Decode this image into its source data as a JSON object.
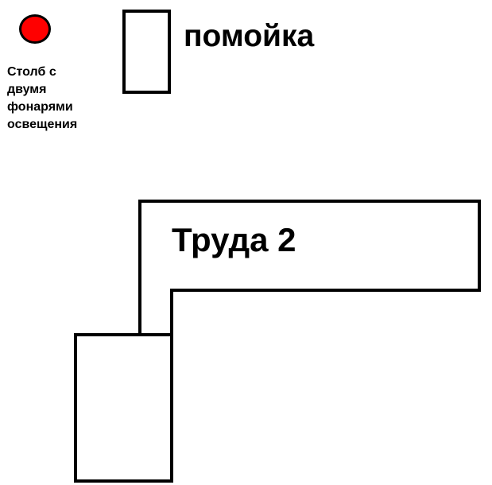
{
  "lamp_post": {
    "label": "Столб с\nдвумя\nфонарями\nосвещения",
    "color": "#ff0000"
  },
  "trash": {
    "label": "помойка"
  },
  "building": {
    "label": "Труда 2"
  }
}
